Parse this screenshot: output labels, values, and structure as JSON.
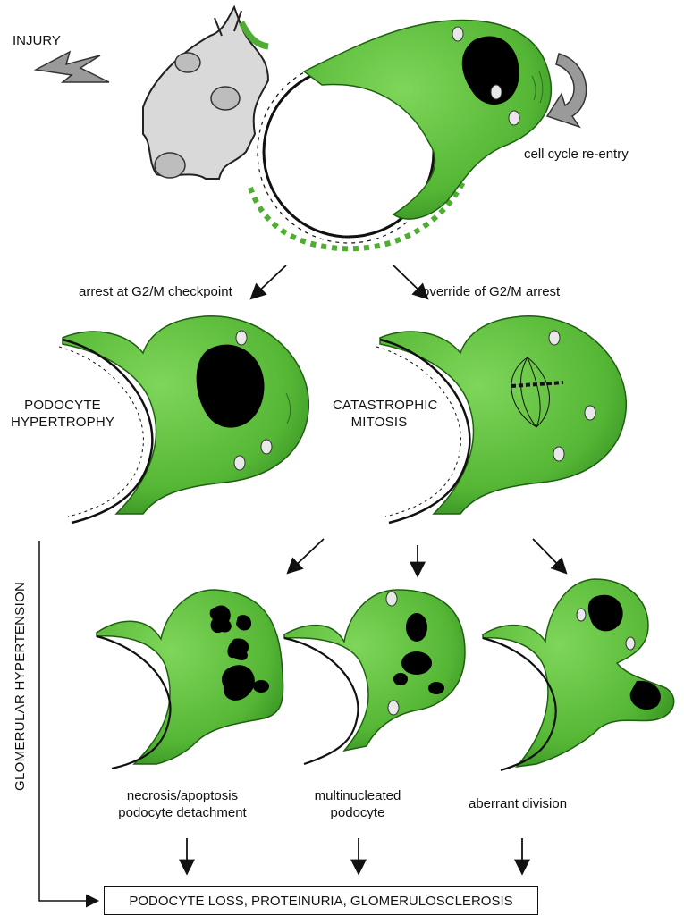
{
  "labels": {
    "injury": "INJURY",
    "cell_cycle_reentry": "cell cycle re-entry",
    "arrest": "arrest at G2/M checkpoint",
    "override": "override of G2/M arrest",
    "hypertrophy_line1": "PODOCYTE",
    "hypertrophy_line2": "HYPERTROPHY",
    "catastrophic_line1": "CATASTROPHIC",
    "catastrophic_line2": "MITOSIS",
    "necrosis_line1": "necrosis/apoptosis",
    "necrosis_line2": "podocyte detachment",
    "multinucleated_line1": "multinucleated",
    "multinucleated_line2": "podocyte",
    "aberrant": "aberrant division",
    "glomerular_hypertension": "GLOMERULAR HYPERTENSION",
    "final": "PODOCYTE LOSS, PROTEINURIA, GLOMERULOSCLEROSIS"
  },
  "colors": {
    "cell_green": "#5cbd3c",
    "cell_green_dark": "#3f9a2a",
    "cell_gray": "#d9d9d9",
    "nucleus": "#000000",
    "arrow_gray": "#9a9a9a",
    "line": "#111111"
  }
}
